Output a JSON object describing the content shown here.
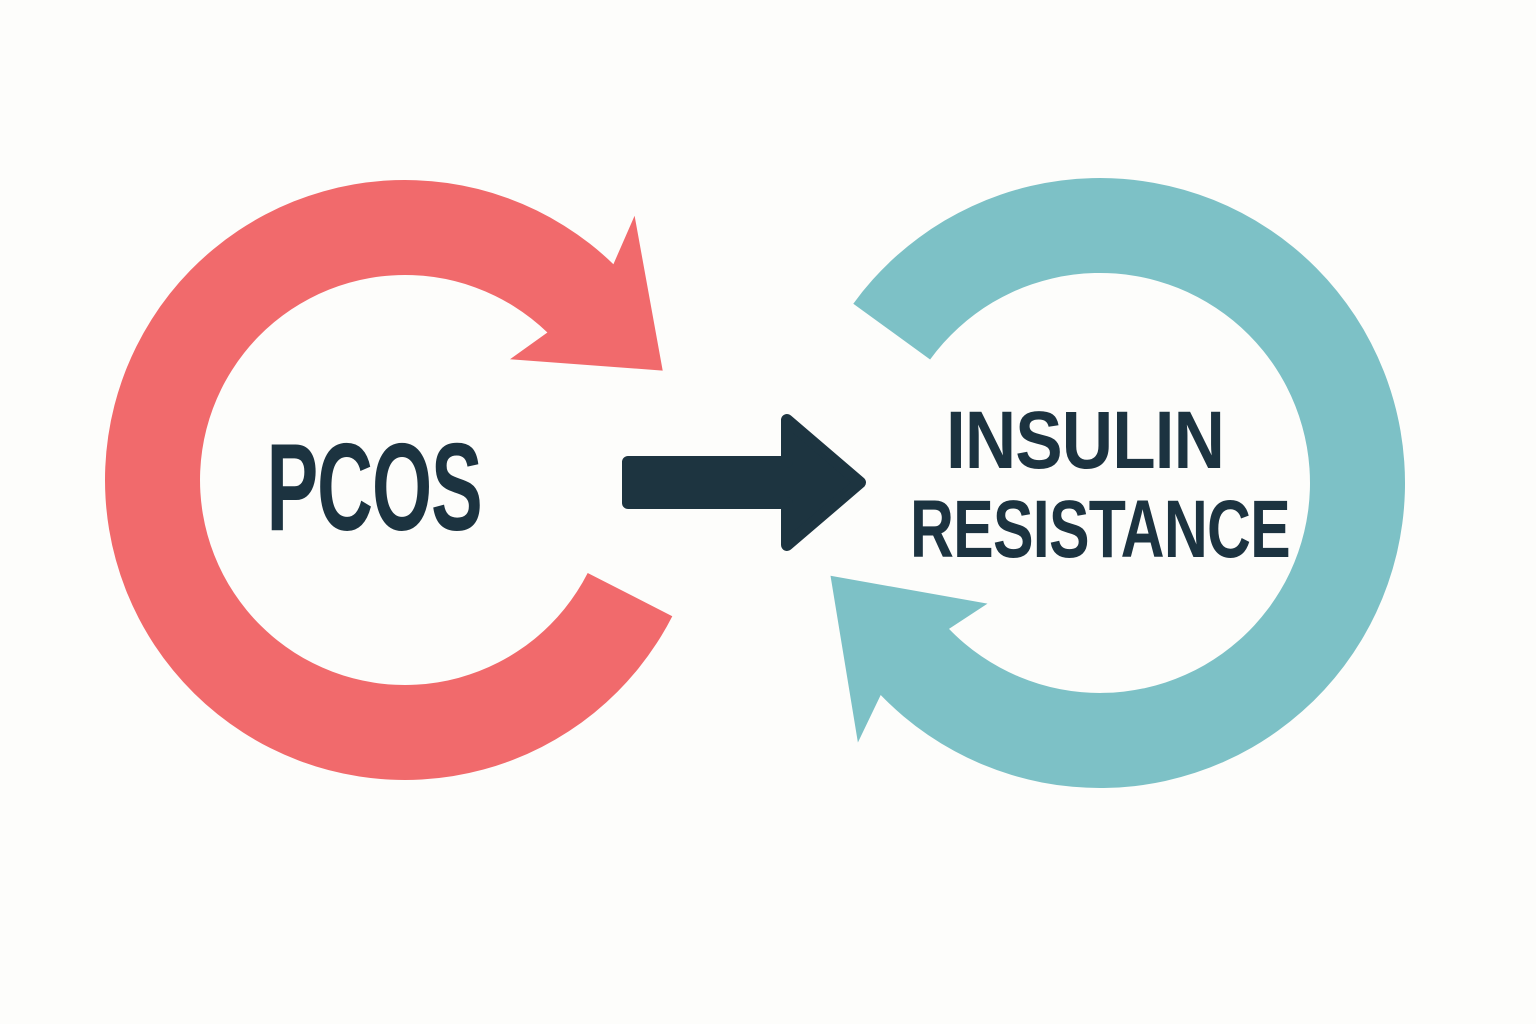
{
  "background_color": "#FDFDFB",
  "text_color": "#1C3340",
  "left_cycle": {
    "label": "PCOS",
    "color": "#F16A6C",
    "direction": "clockwise"
  },
  "right_cycle": {
    "label_line1": "INSULIN",
    "label_line2": "RESISTANCE",
    "color": "#7DC1C6",
    "direction": "clockwise"
  },
  "causal_arrow": {
    "color": "#1D3440",
    "direction": "right"
  }
}
